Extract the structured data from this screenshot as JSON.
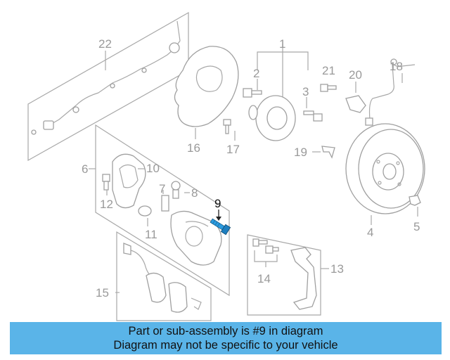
{
  "diagram": {
    "callouts": [
      "1",
      "2",
      "3",
      "4",
      "5",
      "6",
      "7",
      "8",
      "9",
      "10",
      "11",
      "12",
      "13",
      "14",
      "15",
      "16",
      "17",
      "18",
      "19",
      "20",
      "21",
      "22"
    ],
    "highlighted_part": "9"
  },
  "banner": {
    "line1": "Part or sub-assembly is #9 in diagram",
    "line2": "Diagram may not be specific to your vehicle"
  },
  "colors": {
    "banner": "#5ab4e8",
    "highlight": "#2a9be0",
    "line_art": "#a8a8a8"
  }
}
